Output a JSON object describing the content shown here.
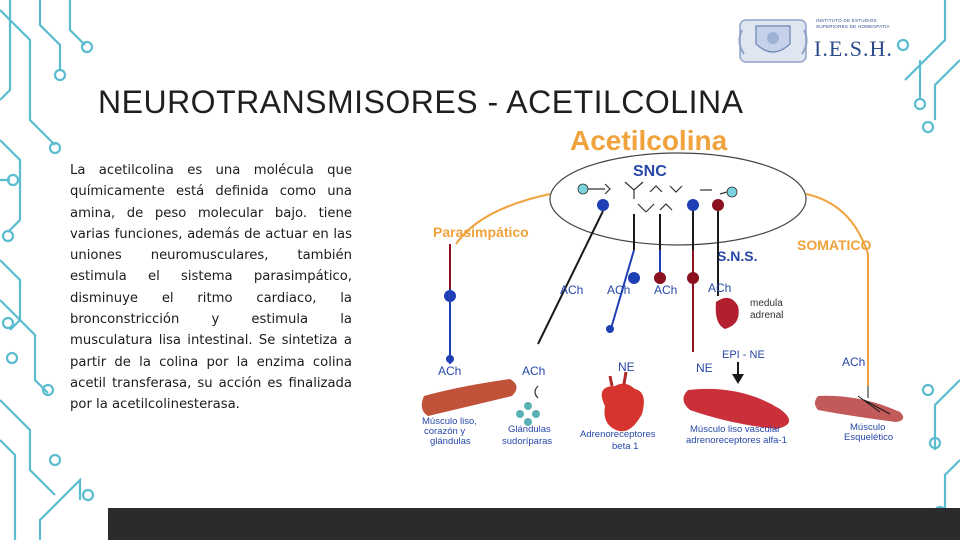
{
  "slide": {
    "title": "NEUROTRANSMISORES - ACETILCOLINA",
    "body": "La acetilcolina es una molécula que químicamente está definida como una amina, de peso molecular bajo. tiene varias funciones, además de actuar en las uniones neuromusculares, también estimula el sistema parasimpático, disminuye el ritmo cardiaco, la bronconstricción y estimula la musculatura lisa intestinal. Se sintetiza a partir de la colina por la enzima colina acetil transferasa, su acción es finalizada por la acetilcolinesterasa."
  },
  "logo": {
    "line1": "INSTITUTO DE ESTUDIOS",
    "line2": "SUPERIORES DE HOMEOPATÍA",
    "name": "I.E.S.H."
  },
  "diagram": {
    "title": "Acetilcolina",
    "snc": "SNC",
    "parasimpatico": "Parasimpático",
    "sns": "S.N.S.",
    "somatico": "SOMATICO",
    "ach_top_1": "ACh",
    "ach_top_2": "ACh",
    "ach_top_3": "ACh",
    "ach_top_4": "ACh",
    "medula_1": "medula",
    "medula_2": "adrenal",
    "ach_left": "ACh",
    "ach_mid": "ACh",
    "ne_1": "NE",
    "ne_2": "NE",
    "epi_ne": "EPI - NE",
    "ach_right": "ACh",
    "t_musculo_liso_1": "Músculo liso,",
    "t_musculo_liso_2": "corazón y",
    "t_musculo_liso_3": "glándulas",
    "t_glandulas_1": "Glándulas",
    "t_glandulas_2": "sudoríparas",
    "t_adreno_1": "Adrenoreceptores",
    "t_adreno_2": "beta 1",
    "t_vascular_1": "Músculo liso vascular",
    "t_vascular_2": "adrenoreceptores alfa-1",
    "t_esq_1": "Músculo",
    "t_esq_2": "Esquelético"
  },
  "colors": {
    "circuit": "#5bbccf",
    "title_text": "#1f1f1f",
    "logo_blue": "#2b4b8a",
    "neuron_blue": "#1f3fb5",
    "neuron_red": "#8b1020",
    "label_orange": "#f0a23c",
    "label_blue": "#2747a8",
    "nerve_dark": "#1a1a1a",
    "footer": "#2b2b2b"
  }
}
